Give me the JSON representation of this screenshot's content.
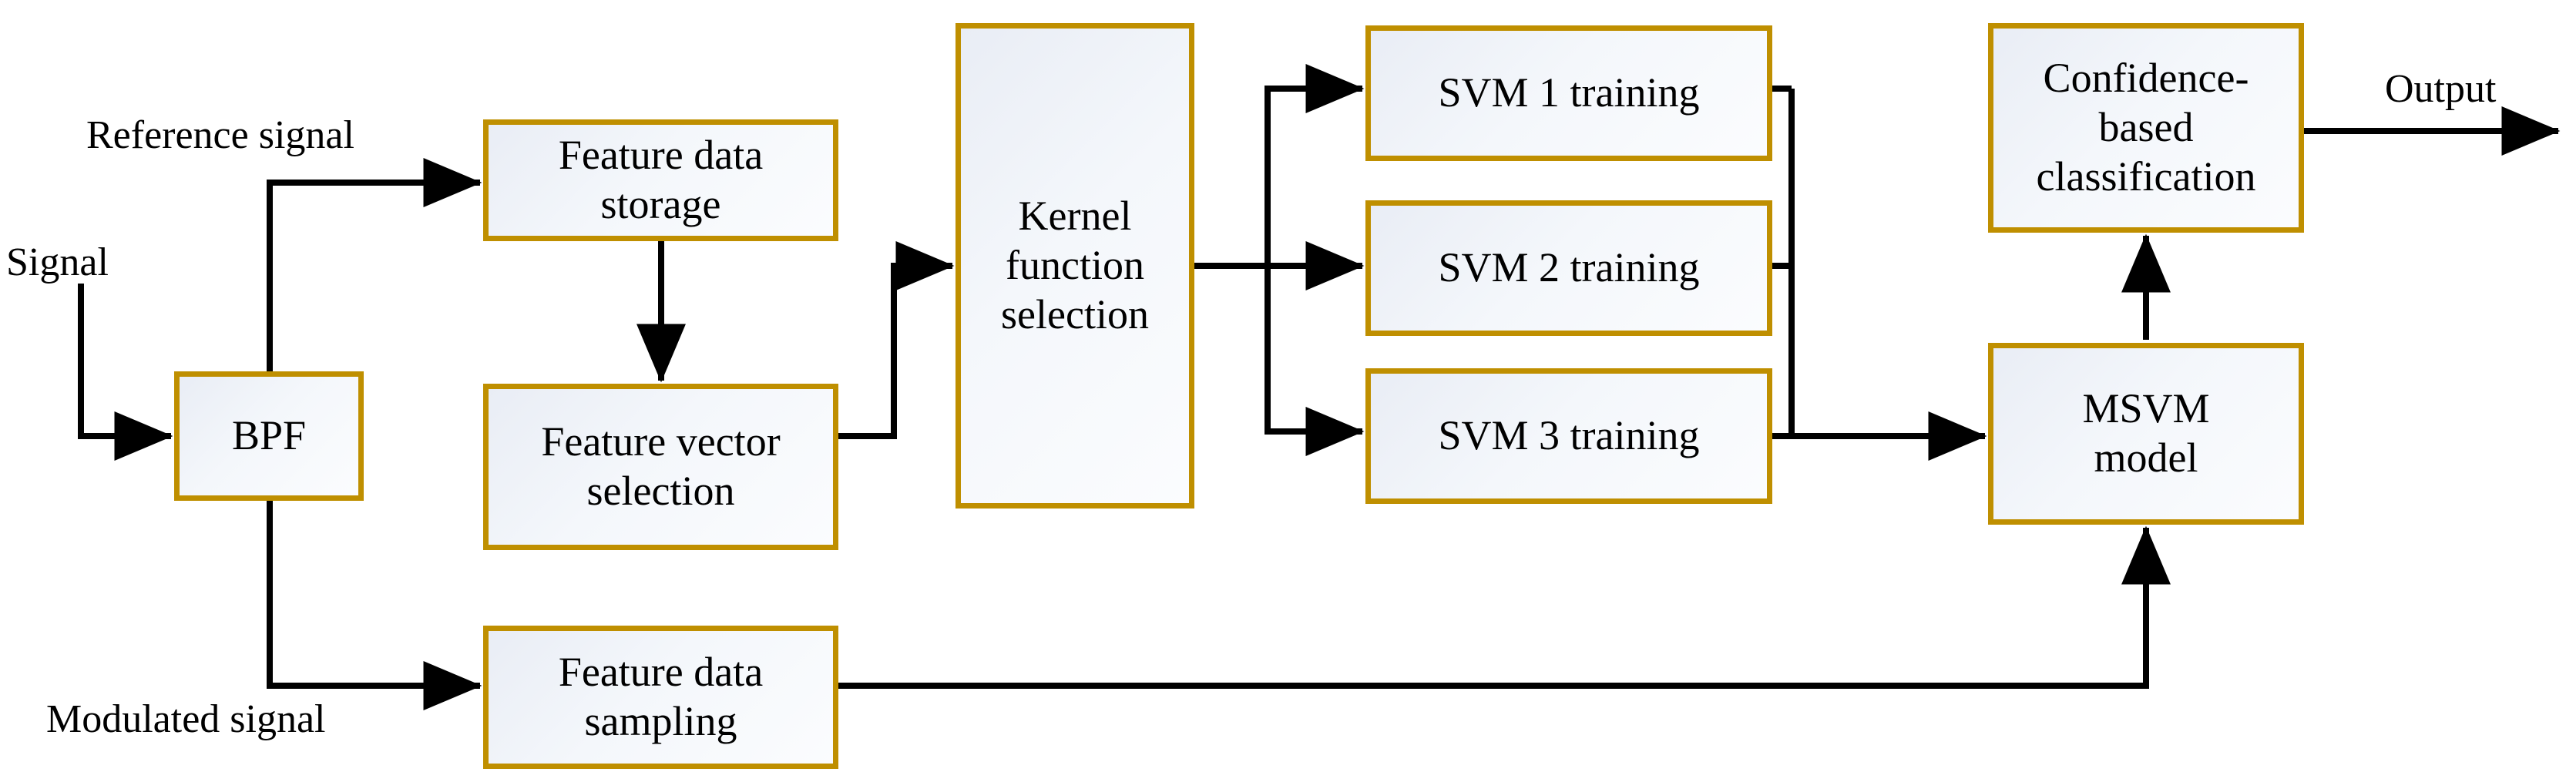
{
  "diagram": {
    "title": "MSVM confidence-based signal classification flowchart",
    "accent_border_color": "#BF8F00",
    "node_fill_gradient": [
      "#E9EDF5",
      "#F4F7FB",
      "#FBFCFE"
    ],
    "wire_color": "#000000",
    "background": "#FFFFFF",
    "nodes": {
      "bpf": "BPF",
      "feature_data_storage": "Feature data\nstorage",
      "feature_vector_selection": "Feature vector\nselection",
      "feature_data_sampling": "Feature data\nsampling",
      "kernel_function_selection": "Kernel\nfunction\nselection",
      "svm1": "SVM 1 training",
      "svm2": "SVM 2 training",
      "svm3": "SVM 3 training",
      "msvm_model": "MSVM\nmodel",
      "confidence_classification": "Confidence-\nbased\nclassification"
    },
    "labels": {
      "signal": "Signal",
      "reference_signal": "Reference signal",
      "modulated_signal": "Modulated signal",
      "output": "Output"
    },
    "edges": [
      {
        "from": "signal",
        "to": "bpf",
        "arrow": true
      },
      {
        "from": "reference_signal",
        "to": "feature_data_storage",
        "arrow": true
      },
      {
        "from": "feature_data_storage",
        "to": "feature_vector_selection",
        "arrow": true
      },
      {
        "from": "feature_vector_selection",
        "to": "kernel_function_selection",
        "arrow": true
      },
      {
        "from": "bpf",
        "to": "modulated_signal_branch",
        "arrow": false
      },
      {
        "from": "modulated_signal",
        "to": "feature_data_sampling",
        "arrow": true
      },
      {
        "from": "kernel_function_selection",
        "to": "svm1",
        "arrow": true
      },
      {
        "from": "kernel_function_selection",
        "to": "svm2",
        "arrow": true
      },
      {
        "from": "kernel_function_selection",
        "to": "svm3",
        "arrow": true
      },
      {
        "from": "svm1",
        "to": "msvm_model",
        "arrow": true
      },
      {
        "from": "svm2",
        "to": "msvm_model",
        "arrow": true
      },
      {
        "from": "svm3",
        "to": "msvm_model",
        "arrow": true
      },
      {
        "from": "feature_data_sampling",
        "to": "msvm_model",
        "arrow": true
      },
      {
        "from": "msvm_model",
        "to": "confidence_classification",
        "arrow": true
      },
      {
        "from": "confidence_classification",
        "to": "output",
        "arrow": true
      }
    ]
  }
}
